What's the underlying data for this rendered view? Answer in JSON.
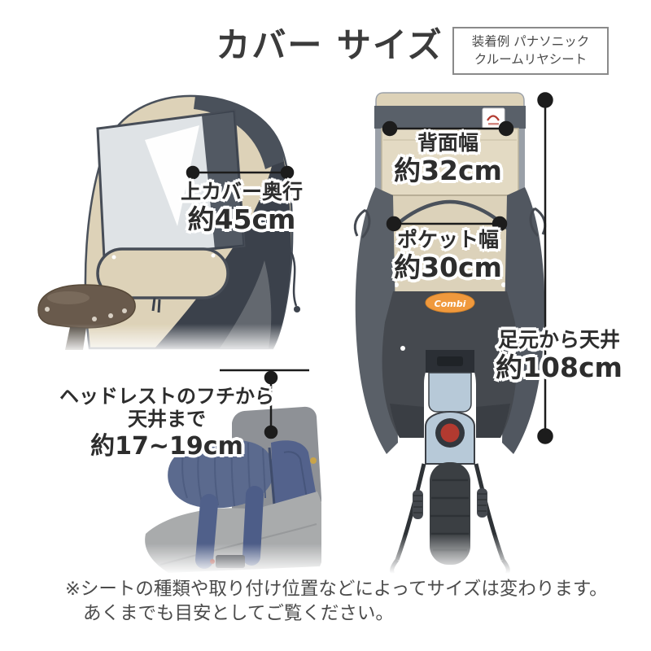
{
  "header": {
    "title": "カバー サイズ",
    "example_box": {
      "line1": "装着例 パナソニック",
      "line2": "クルームリヤシート"
    }
  },
  "measurements": {
    "top_cover_depth": {
      "label": "上カバー奥行",
      "value": "約45cm"
    },
    "back_width": {
      "label": "背面幅",
      "value": "約32cm"
    },
    "pocket_width": {
      "label": "ポケット幅",
      "value": "約30cm"
    },
    "floor_to_ceiling": {
      "label": "足元から天井",
      "value": "約108cm"
    },
    "headrest_to_ceiling": {
      "label_line1": "ヘッドレストのフチから",
      "label_line2": "天井まで",
      "value": "約17~19cm"
    }
  },
  "logos": {
    "seat_logo": "Combi"
  },
  "footnote": {
    "line1": "※シートの種類や取り付け位置などによってサイズは変わります。",
    "line2": "あくまでも目安としてご覧ください。"
  },
  "colors": {
    "fabric_beige": "#ddd2b8",
    "trim_dark_navy": "#3b414b",
    "trim_gray": "#565c66",
    "combi_orange": "#f0993d",
    "tail_light_red": "#b23a30",
    "bike_frame_blue": "#b7c9d8",
    "measure_line": "#1c1c1c",
    "text_dark": "#2d2d2d"
  }
}
